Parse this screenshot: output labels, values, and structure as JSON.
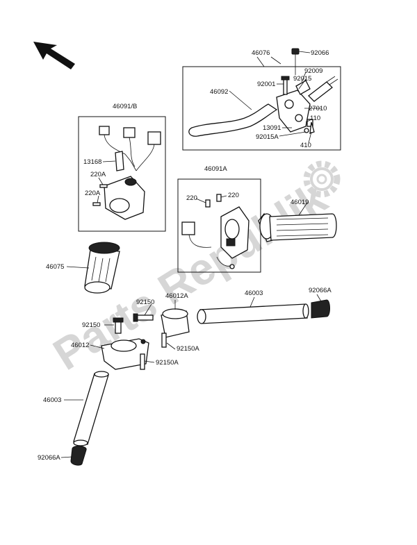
{
  "watermark": "Parts Republik",
  "labels": {
    "p46076": "46076",
    "p92066": "92066",
    "p92009": "92009",
    "p92015": "92015",
    "p92001": "92001",
    "p46092": "46092",
    "p27010": "27010",
    "p13091": "13091",
    "p110": "110",
    "p92015A": "92015A",
    "p410": "410",
    "p46091B": "46091/B",
    "p13168": "13168",
    "p220A_1": "220A",
    "p220A_2": "220A",
    "p46091A": "46091A",
    "p220_1": "220",
    "p220_2": "220",
    "p46019": "46019",
    "p46075": "46075",
    "p92150_top": "92150",
    "p46012A": "46012A",
    "p46003_top": "46003",
    "p92066A_top": "92066A",
    "p92150_left": "92150",
    "p46012": "46012",
    "p92150A_1": "92150A",
    "p92150A_2": "92150A",
    "p46003_bottom": "46003",
    "p92066A_bottom": "92066A"
  },
  "icons": {
    "direction": "front-direction-arrow-icon",
    "gear": "gear-watermark-icon"
  }
}
